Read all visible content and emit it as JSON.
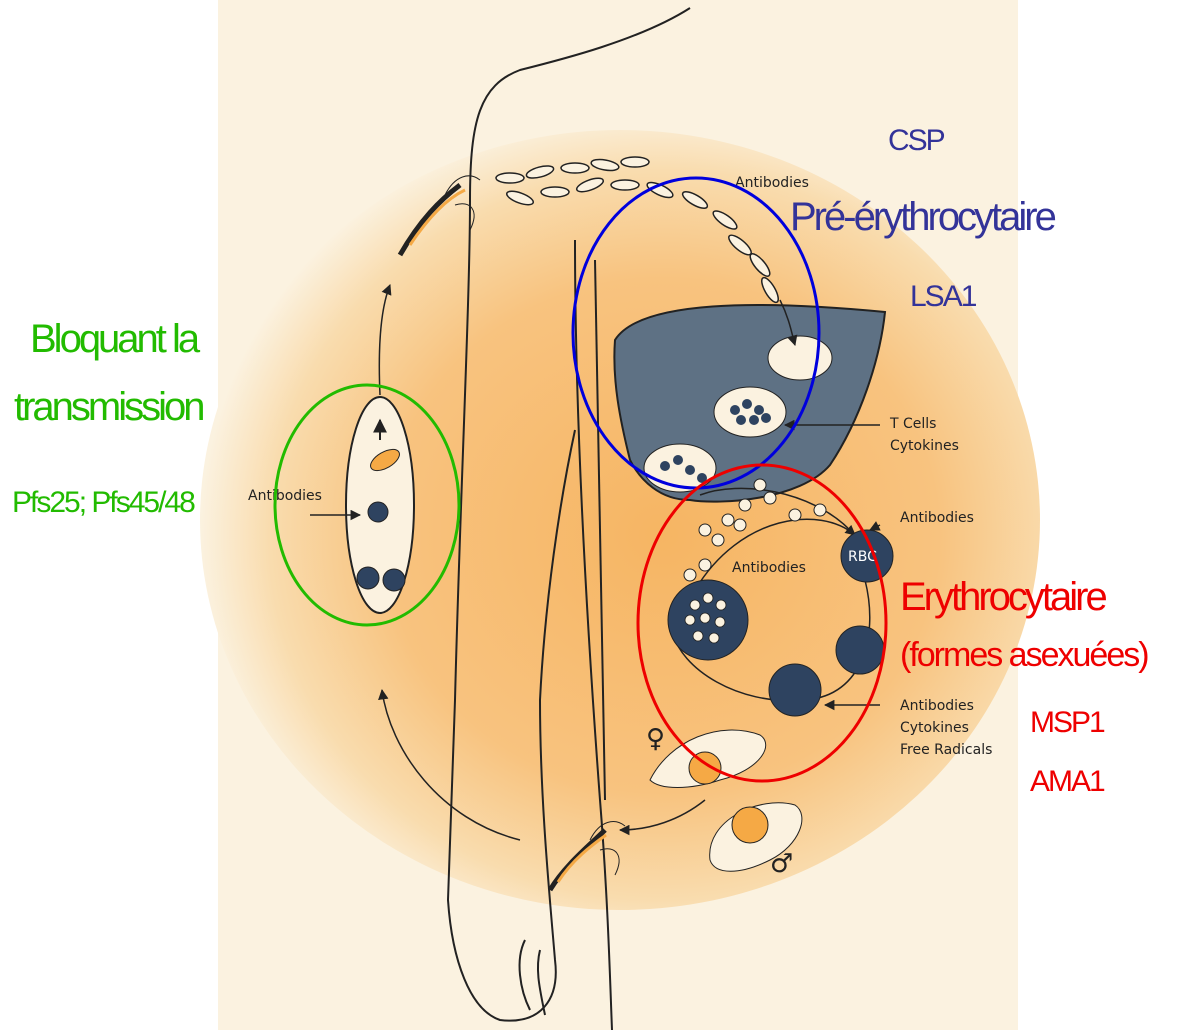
{
  "colors": {
    "paper": "#fbf2e0",
    "glow": "#f7b868",
    "liver": "#5e7184",
    "cell_dark": "#2e4360",
    "green": "#22bb00",
    "blue": "#0000dd",
    "red": "#ee0000",
    "label_blue": "#333399"
  },
  "annotations": {
    "transmission": {
      "title_line1": "Bloquant la",
      "title_line2": "transmission",
      "antigens": "Pfs25; Pfs45/48"
    },
    "pre_erythrocytic": {
      "antigen1": "CSP",
      "title": "Pré-érythrocytaire",
      "antigen2": "LSA1"
    },
    "erythrocytic": {
      "title": "Erythrocytaire",
      "subtitle": "(formes asexuées)",
      "antigen1": "MSP1",
      "antigen2": "AMA1"
    }
  },
  "figure_labels": {
    "antibodies_top": "Antibodies",
    "t_cells": "T Cells",
    "cytokines": "Cytokines",
    "antibodies_right": "Antibodies",
    "antibodies_center": "Antibodies",
    "rbc": "RBC",
    "antibodies_bottom": "Antibodies",
    "cytokines_bottom": "Cytokines",
    "free_radicals": "Free Radicals",
    "antibodies_left": "Antibodies",
    "female_symbol": "♀",
    "male_symbol": "♂"
  }
}
